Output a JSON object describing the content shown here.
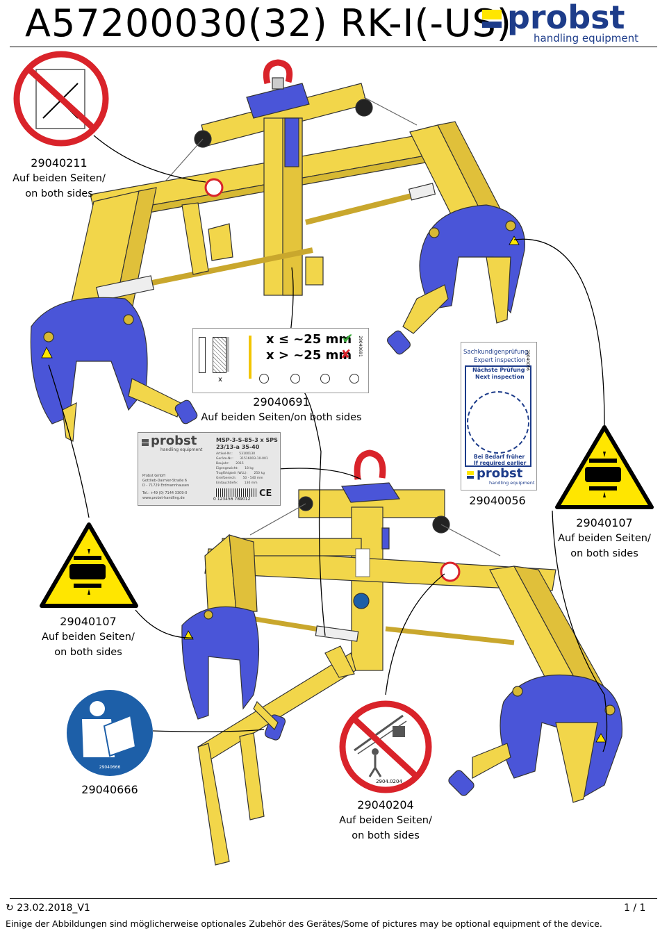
{
  "header": {
    "title": "A57200030(32) RK-I(-US)",
    "brand": "probst",
    "brand_sub": "handling equipment"
  },
  "colors": {
    "yellow": "#f2d64a",
    "blue": "#4a55d8",
    "dark_blue": "#1d3c8a",
    "red": "#d9232a",
    "warning_yellow": "#ffe600"
  },
  "labels": {
    "l1": {
      "code": "29040211",
      "line2": "Auf beiden Seiten/",
      "line3": "on both sides"
    },
    "l2": {
      "code": "29040691",
      "line2": "Auf beiden Seiten/on both sides"
    },
    "l3": {
      "code": "29040056"
    },
    "l4": {
      "code": "29040107",
      "line2": "Auf beiden Seiten/",
      "line3": "on both sides"
    },
    "l5": {
      "code": "29040107",
      "line2": "Auf beiden Seiten/",
      "line3": "on both sides"
    },
    "l6": {
      "code": "29040666"
    },
    "l7": {
      "code": "29040204",
      "line2": "Auf beiden Seiten/",
      "line3": "on both sides"
    }
  },
  "gap_sign": {
    "row1": "x ≤ ~25 mm",
    "row2": "x > ~25 mm",
    "x_label": "x",
    "code_vertical": "29040691"
  },
  "inspection_sticker": {
    "line1": "Sachkundigenprüfung",
    "line2": "Expert inspection",
    "line3": "Nächste Prüfung",
    "line4": "Next inspection",
    "line5": "Bei Bedarf früher",
    "line6": "If required earlier",
    "brand": "probst",
    "brand_sub": "handling equipment",
    "code_vertical": "29040056"
  },
  "type_plate": {
    "brand": "probst",
    "brand_sub": "handling equipment",
    "model": "MSP-3-S-85-3 x SPS",
    "model2": "23/13-a 35-40",
    "rows": [
      {
        "k": "Artikel-Nr.:",
        "v": "53100130"
      },
      {
        "k": "Geräte-Nr.:",
        "v": "31516003-10-001"
      },
      {
        "k": "Baujahr:",
        "v": "2015"
      },
      {
        "k": "Eigengewicht:",
        "v": "18 kg"
      },
      {
        "k": "Tragfähigkeit (WLL):",
        "v": "250 kg"
      },
      {
        "k": "Greifbereich:",
        "v": "50 - 540 mm"
      },
      {
        "k": "Eintauchtiefe:",
        "v": "130 mm"
      }
    ],
    "address1": "Probst GmbH",
    "address2": "Gottlieb-Daimler-Straße 6",
    "address3": "D - 71729 Erdmannhausen",
    "tel": "Tel.: +49 (0) 7144 3309-0",
    "web": "www.probst-handling.de",
    "barcode_digits": "0 123456 789012",
    "ce": "CE"
  },
  "sign_codes": {
    "mandatory_read": "29040666",
    "no_stand": "2904.0204"
  },
  "footer": {
    "date": "23.02.2018_V1",
    "page": "1 / 1",
    "note": "Einige der Abbildungen sind möglicherweise optionales Zubehör des Gerätes/Some of pictures may be optional equipment of the device."
  }
}
